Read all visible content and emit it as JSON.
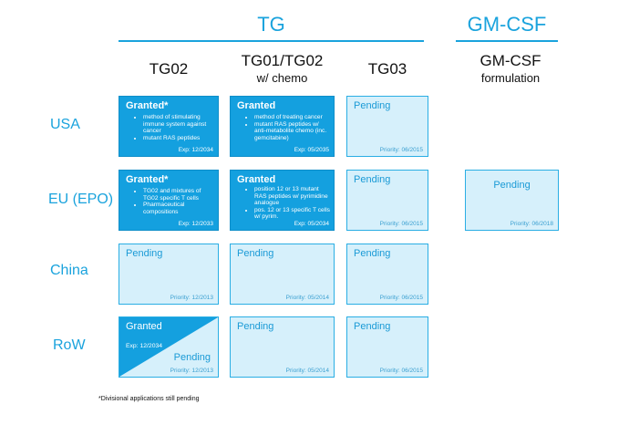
{
  "groups": {
    "tg": "TG",
    "gmcsf": "GM-CSF"
  },
  "columns": {
    "tg02": "TG02",
    "tg01_tg02": "TG01/TG02",
    "tg01_tg02_sub": "w/ chemo",
    "tg03": "TG03",
    "gmcsf": "GM-CSF",
    "gmcsf_sub": "formulation"
  },
  "rows": {
    "usa": "USA",
    "eu": "EU (EPO)",
    "china": "China",
    "row": "RoW"
  },
  "cells": {
    "usa_tg02": {
      "title": "Granted*",
      "items": [
        "method of stimulating immune system against cancer",
        "mutant RAS peptides"
      ],
      "date": "Exp: 12/2034"
    },
    "usa_tg01": {
      "title": "Granted",
      "items": [
        "method of treating cancer",
        "mutant RAS peptides w/ anti-metabolite chemo (inc. gemcitabine)"
      ],
      "date": "Exp: 05/2035"
    },
    "usa_tg03": {
      "title": "Pending",
      "date": "Priority: 06/2015"
    },
    "eu_tg02": {
      "title": "Granted*",
      "items": [
        "TG02 and mixtures of TG02 specific T cells",
        "Pharmaceutical compositions"
      ],
      "date": "Exp: 12/2033"
    },
    "eu_tg01": {
      "title": "Granted",
      "items": [
        "position 12 or 13 mutant RAS peptides w/ pyrimidine analogue",
        "pos. 12 or 13 specific T cells w/ pyrim."
      ],
      "date": "Exp: 05/2034"
    },
    "eu_tg03": {
      "title": "Pending",
      "date": "Priority: 06/2015"
    },
    "eu_gmcsf": {
      "title": "Pending",
      "date": "Priority: 06/2018"
    },
    "china_tg02": {
      "title": "Pending",
      "date": "Priority: 12/2013"
    },
    "china_tg01": {
      "title": "Pending",
      "date": "Priority: 05/2014"
    },
    "china_tg03": {
      "title": "Pending",
      "date": "Priority: 06/2015"
    },
    "row_tg02": {
      "granted_title": "Granted",
      "granted_date": "Exp: 12/2034",
      "pending_title": "Pending",
      "pending_date": "Priority: 12/2013"
    },
    "row_tg01": {
      "title": "Pending",
      "date": "Priority: 05/2014"
    },
    "row_tg03": {
      "title": "Pending",
      "date": "Priority: 06/2015"
    }
  },
  "footnote": "*Divisional applications still pending",
  "colors": {
    "accent": "#1aa3dd",
    "granted_fill": "#14a0df",
    "pending_fill": "#d6f0fb"
  }
}
